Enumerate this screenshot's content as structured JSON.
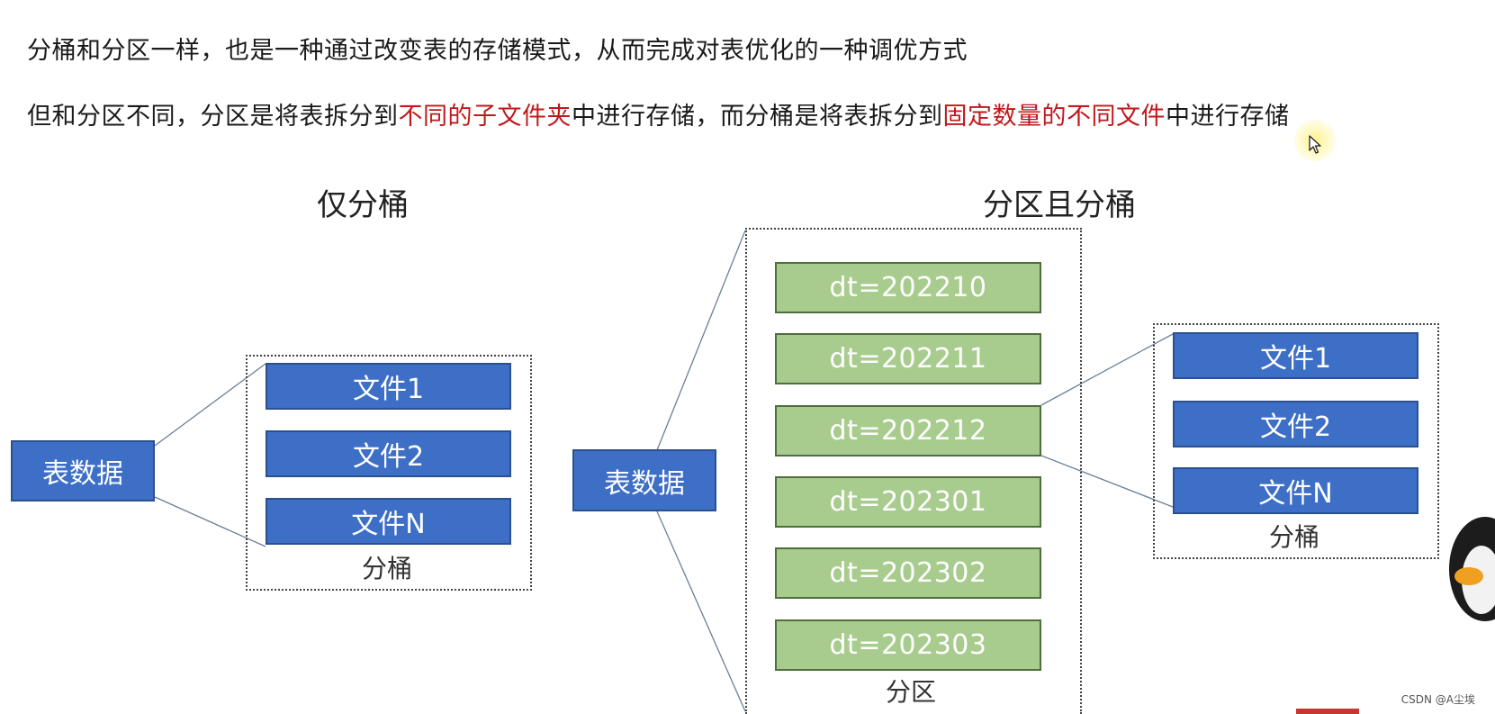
{
  "text": {
    "line1": "分桶和分区一样，也是一种通过改变表的存储模式，从而完成对表优化的一种调优方式",
    "line2_part1": "但和分区不同，分区是将表拆分到",
    "line2_hl1": "不同的子文件夹",
    "line2_part2": "中进行存储，而分桶是将表拆分到",
    "line2_hl2": "固定数量的不同文件",
    "line2_part3": "中进行存储"
  },
  "colors": {
    "highlight": "#c0181b",
    "blue_box": "#3e6fc7",
    "green_box": "#a8cc8e"
  },
  "left_diagram": {
    "title": "仅分桶",
    "table_label": "表数据",
    "files": [
      "文件1",
      "文件2",
      "文件N"
    ],
    "caption": "分桶"
  },
  "right_diagram": {
    "title": "分区且分桶",
    "table_label": "表数据",
    "partitions": [
      "dt=202210",
      "dt=202211",
      "dt=202212",
      "dt=202301",
      "dt=202302",
      "dt=202303"
    ],
    "partition_caption": "分区",
    "files": [
      "文件1",
      "文件2",
      "文件N"
    ],
    "bucket_caption": "分桶"
  },
  "watermark": "CSDN @A尘埃",
  "icons": {
    "cursor": "mouse-pointer-icon",
    "mascot": "penguin-mascot-icon"
  }
}
